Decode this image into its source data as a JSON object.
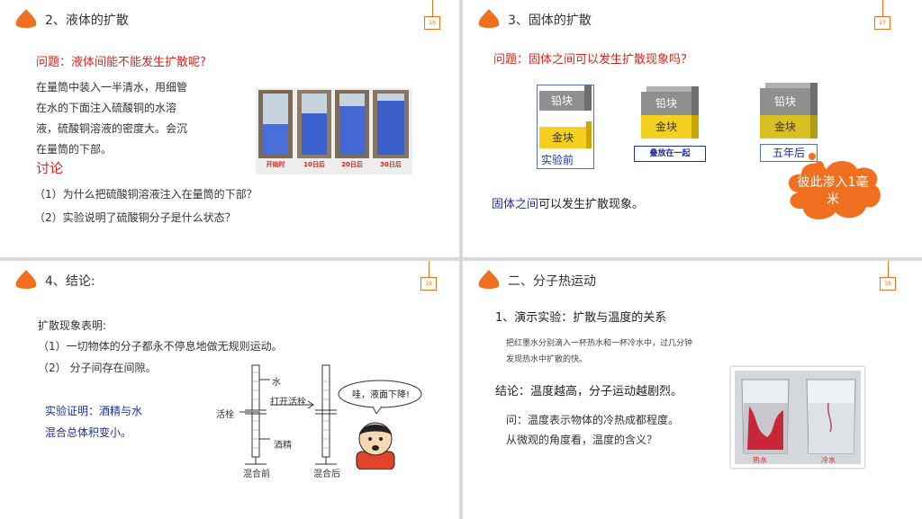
{
  "slide1": {
    "heading": "2、液体的扩散",
    "page_num": "19",
    "question": "问题：液体间能不能发生扩散呢?",
    "para": [
      "在量筒中装入一半清水，用细管",
      "在水的下面注入硫酸铜的水溶",
      "液，硫酸铜溶液的密度大。会沉",
      "在量筒的下部。"
    ],
    "discuss": "讨论",
    "q1": "（1）为什么把硫酸铜溶液注入在量筒的下部？",
    "q2": "（2）实验说明了硫酸铜分子是什么状态？",
    "photo_labels": [
      "开始时",
      "10日后",
      "20日后",
      "30日后"
    ]
  },
  "slide2": {
    "heading": "3、固体的扩散",
    "page_num": "17",
    "question": "问题：固体之间可以发生扩散现象吗？",
    "lead_label": "铅块",
    "gold_label": "金块",
    "caption_before": "实验前",
    "caption_together": "叠放在一起",
    "caption_five": "五年后",
    "cloud": "彼此渗入1毫米",
    "conclusion_blue": "固体之间",
    "conclusion_black": "可以发生扩散现象。"
  },
  "slide3": {
    "heading": "4、结论:",
    "page_num": "19",
    "intro": "扩散现象表明:",
    "p1": "（1）一切物体的分子都永不停息地做无规则运动。",
    "p2": "（2） 分子间存在间隙。",
    "exp1": "实验证明：酒精与水",
    "exp2": "混合总体积变小。",
    "lbl_water": "水",
    "lbl_valve": "活栓",
    "lbl_open": "打开活栓",
    "lbl_alcohol": "酒精",
    "lbl_before": "混合前",
    "lbl_after": "混合后",
    "bubble": "哇，液面下降!"
  },
  "slide4": {
    "heading": "二、分子热运动",
    "page_num": "19",
    "subheading": "1、演示实验：扩散与温度的关系",
    "desc1": "把红墨水分别滴入一杯热水和一杯冷水中，过几分钟",
    "desc2": "发现热水中扩散的快。",
    "conclusion": "结论：温度越高，分子运动越剧烈。",
    "q1": "问：温度表示物体的冷热成都程度。",
    "q2": "从微观的角度看，温度的含义？",
    "hot_label": "热水",
    "cold_label": "冷水"
  },
  "colors": {
    "orange": "#f07020",
    "red": "#d9261c",
    "blue": "#1f2fa0",
    "lead": "#8a8a8a",
    "gold": "#f5d020"
  }
}
